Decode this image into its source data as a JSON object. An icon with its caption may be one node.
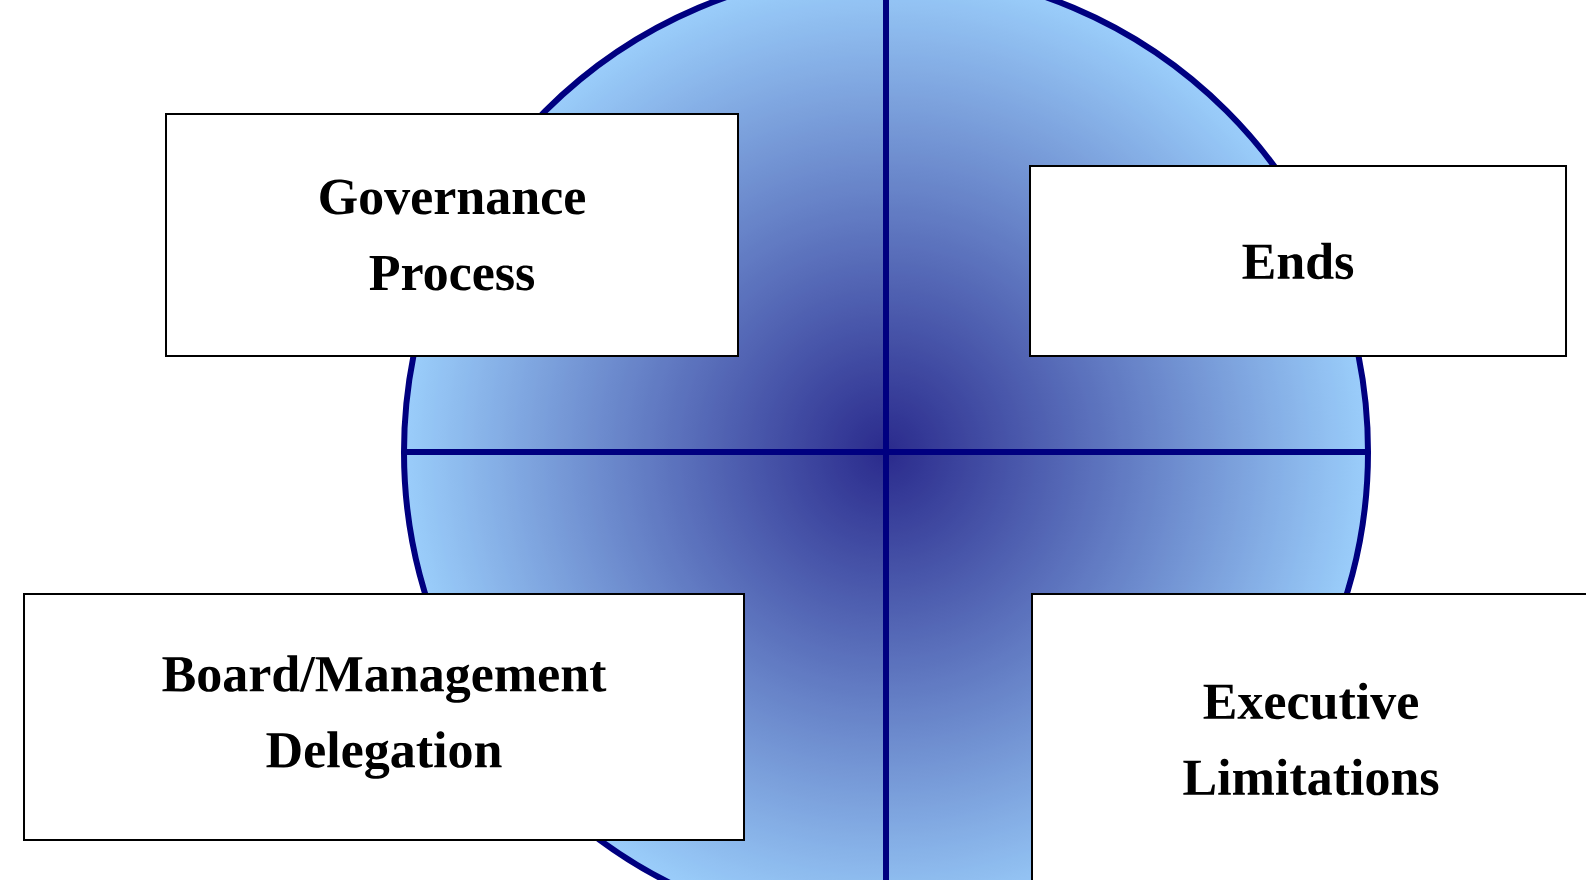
{
  "diagram": {
    "nodes": [
      {
        "text": [
          "Governance Process"
        ]
      },
      {
        "text": [
          "Ends"
        ]
      },
      {
        "text": [
          "Board/Management Delegation"
        ]
      },
      {
        "text": [
          "Executive Limitations"
        ]
      }
    ]
  }
}
